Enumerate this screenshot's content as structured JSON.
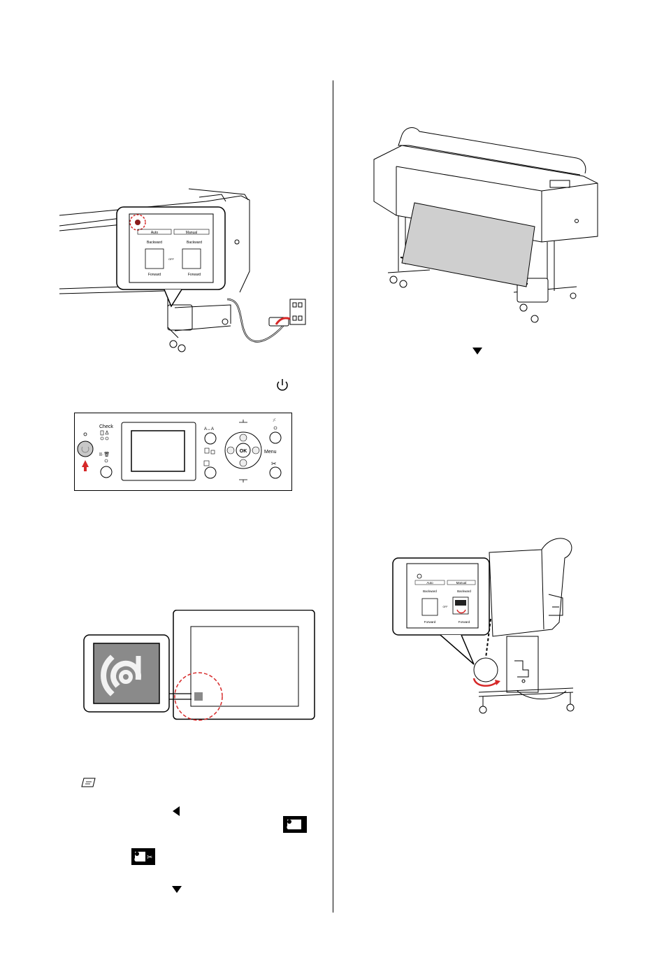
{
  "autoUnit": {
    "auto": "Auto",
    "manual": "Manual",
    "backward": "Backward",
    "forward": "Forward",
    "off": "OFF"
  },
  "panel": {
    "check": "Check",
    "ok": "OK",
    "menu": "Menu",
    "aa": "A↔A"
  },
  "icons": {
    "power": "power-icon",
    "arrowDown": "triangle-down-icon",
    "arrowLeft": "triangle-left-icon",
    "note": "memo-icon",
    "rollPaper": "roll-paper-icon",
    "rollPaperCut": "roll-paper-cut-icon",
    "takeUp": "take-up-reel-icon"
  },
  "colors": {
    "highlightRed": "#d62828",
    "paperGray": "#cfcfcf",
    "iconGray": "#8a8a8a"
  }
}
